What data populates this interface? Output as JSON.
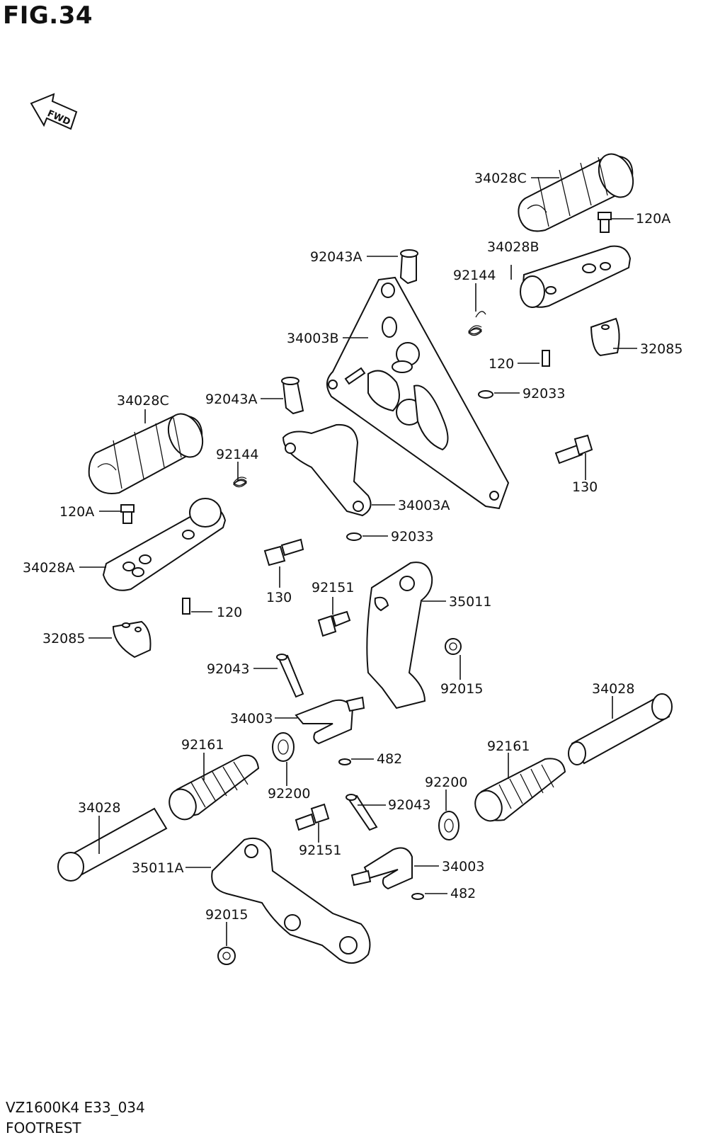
{
  "figure": {
    "title": "FIG.34",
    "fwd_label": "FWD",
    "footer_code": "VZ1600K4 E33_034",
    "footer_name": "FOOTREST"
  },
  "parts": [
    {
      "id": "p01",
      "number": "34028C"
    },
    {
      "id": "p02",
      "number": "120A"
    },
    {
      "id": "p03",
      "number": "92043A"
    },
    {
      "id": "p04",
      "number": "34028B"
    },
    {
      "id": "p05",
      "number": "92144"
    },
    {
      "id": "p06",
      "number": "34003B"
    },
    {
      "id": "p07",
      "number": "32085"
    },
    {
      "id": "p08",
      "number": "120"
    },
    {
      "id": "p09",
      "number": "92033"
    },
    {
      "id": "p10",
      "number": "34028C"
    },
    {
      "id": "p11",
      "number": "92043A"
    },
    {
      "id": "p12",
      "number": "92144"
    },
    {
      "id": "p13",
      "number": "130"
    },
    {
      "id": "p14",
      "number": "120A"
    },
    {
      "id": "p15",
      "number": "34003A"
    },
    {
      "id": "p16",
      "number": "92033"
    },
    {
      "id": "p17",
      "number": "34028A"
    },
    {
      "id": "p18",
      "number": "130"
    },
    {
      "id": "p19",
      "number": "92151"
    },
    {
      "id": "p20",
      "number": "35011"
    },
    {
      "id": "p21",
      "number": "120"
    },
    {
      "id": "p22",
      "number": "32085"
    },
    {
      "id": "p23",
      "number": "92043"
    },
    {
      "id": "p24",
      "number": "92015"
    },
    {
      "id": "p25",
      "number": "34028"
    },
    {
      "id": "p26",
      "number": "34003"
    },
    {
      "id": "p27",
      "number": "92161"
    },
    {
      "id": "p28",
      "number": "482"
    },
    {
      "id": "p29",
      "number": "92161"
    },
    {
      "id": "p30",
      "number": "92200"
    },
    {
      "id": "p31",
      "number": "34028"
    },
    {
      "id": "p32",
      "number": "92200"
    },
    {
      "id": "p33",
      "number": "92043"
    },
    {
      "id": "p34",
      "number": "92151"
    },
    {
      "id": "p35",
      "number": "35011A"
    },
    {
      "id": "p36",
      "number": "34003"
    },
    {
      "id": "p37",
      "number": "482"
    },
    {
      "id": "p38",
      "number": "92015"
    }
  ]
}
